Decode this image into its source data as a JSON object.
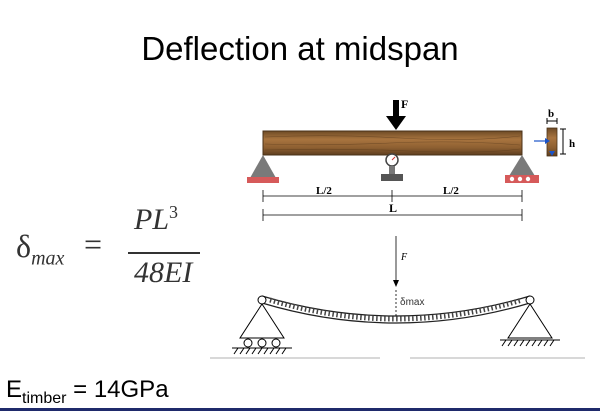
{
  "title": "Deflection at midspan",
  "formula": {
    "lhs_symbol": "δ",
    "lhs_sub": "max",
    "equals": "=",
    "numerator": "PL",
    "numerator_exp": "3",
    "denominator": "48EI"
  },
  "beam_labels": {
    "force": "F",
    "b": "b",
    "h": "h",
    "half_left": "L/2",
    "half_right": "L/2",
    "length": "L"
  },
  "deflection_labels": {
    "force": "F",
    "delta": "δmax"
  },
  "modulus": {
    "symbol": "E",
    "sub": "timber",
    "value": " = 14GPa"
  },
  "colors": {
    "beam_wood": "#9a6a3a",
    "support_gray": "#7a7a7a",
    "support_red": "#d65a5a",
    "accent_blue": "#1f2a6b",
    "arrow_blue": "#1a53c8"
  }
}
